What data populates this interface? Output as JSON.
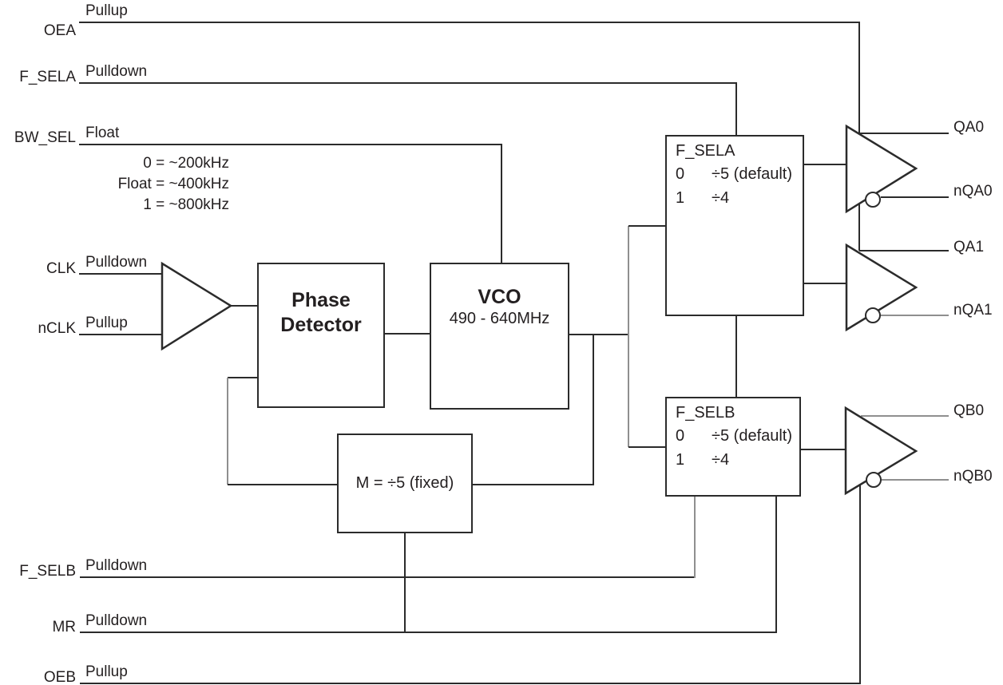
{
  "diagram": {
    "colors": {
      "wire": "#2b2b2b",
      "wire_gray": "#8f8f8f",
      "text": "#231f20",
      "background": "#ffffff"
    },
    "inputs": [
      {
        "label": "OEA",
        "annotation": "Pullup"
      },
      {
        "label": "F_SELA",
        "annotation": "Pulldown"
      },
      {
        "label": "BW_SEL",
        "annotation": "Float"
      },
      {
        "label": "CLK",
        "annotation": "Pulldown"
      },
      {
        "label": "nCLK",
        "annotation": "Pullup"
      },
      {
        "label": "F_SELB",
        "annotation": "Pulldown"
      },
      {
        "label": "MR",
        "annotation": "Pulldown"
      },
      {
        "label": "OEB",
        "annotation": "Pullup"
      }
    ],
    "bw_sel_options": [
      "0 = ~200kHz",
      "Float = ~400kHz",
      "1 = ~800kHz"
    ],
    "blocks": {
      "phase_detector": {
        "line1": "Phase",
        "line2": "Detector"
      },
      "vco": {
        "title": "VCO",
        "range": "490 - 640MHz"
      },
      "m_divider": {
        "label": "M = ÷5 (fixed)"
      },
      "f_sela": {
        "title": "F_SELA",
        "rows": [
          {
            "key": "0",
            "val": "÷5 (default)"
          },
          {
            "key": "1",
            "val": "÷4"
          }
        ]
      },
      "f_selb": {
        "title": "F_SELB",
        "rows": [
          {
            "key": "0",
            "val": "÷5 (default)"
          },
          {
            "key": "1",
            "val": "÷4"
          }
        ]
      }
    },
    "outputs": [
      "QA0",
      "nQA0",
      "QA1",
      "nQA1",
      "QB0",
      "nQB0"
    ]
  }
}
